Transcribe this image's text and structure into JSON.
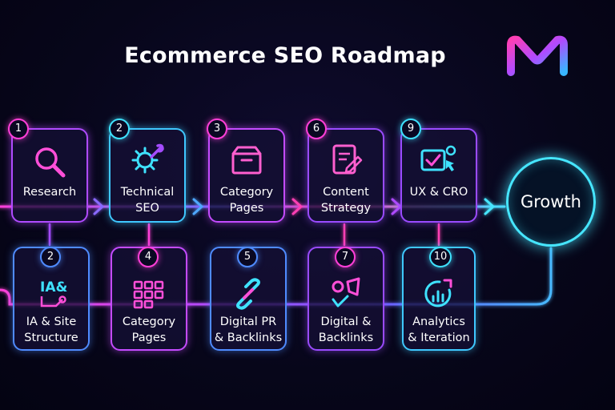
{
  "title": "Ecommerce SEO Roadmap",
  "logo_icon": "meta-infinity-logo",
  "top_row": [
    {
      "number": "1",
      "label": "Research",
      "icon": "magnifier-icon"
    },
    {
      "number": "2",
      "label": "Technical\nSEO",
      "icon": "gear-wrench-icon"
    },
    {
      "number": "3",
      "label": "Category\nPages",
      "icon": "box-icon"
    },
    {
      "number": "6",
      "label": "Content\nStrategy",
      "icon": "document-pencil-icon"
    },
    {
      "number": "9",
      "label": "UX & CRO",
      "icon": "cursor-check-icon"
    }
  ],
  "bottom_row": [
    {
      "number": "2",
      "label": "IA & Site\nStructure",
      "icon": "ia-node-icon",
      "icon_text": "IA&"
    },
    {
      "number": "4",
      "label": "Category\nPages",
      "icon": "grid-icon"
    },
    {
      "number": "5",
      "label": "Digital PR\n& Backlinks",
      "icon": "chain-link-icon"
    },
    {
      "number": "7",
      "label": "Digital &\nBacklinks",
      "icon": "megaphone-icon"
    },
    {
      "number": "10",
      "label": "Analytics\n& Iteration",
      "icon": "analytics-chart-icon"
    }
  ],
  "goal": {
    "label": "Growth"
  },
  "colors": {
    "magenta": "#ff3fd8",
    "violet": "#a44bff",
    "blue": "#5a8bff",
    "cyan": "#3fe2ff",
    "background": "#07061a"
  }
}
